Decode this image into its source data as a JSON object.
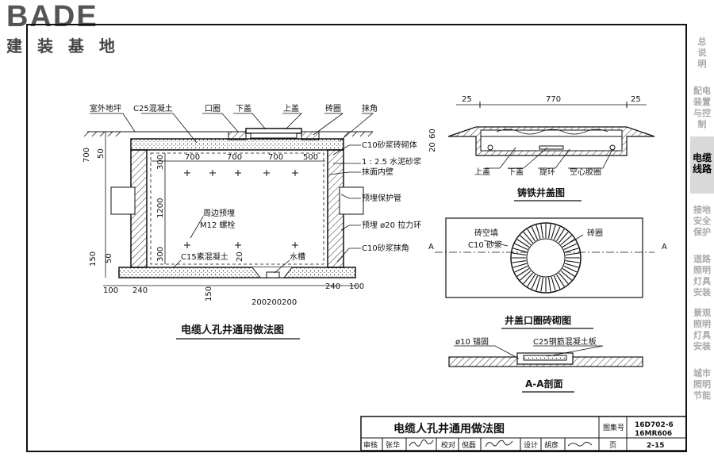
{
  "logo": {
    "brand": "BADE",
    "subtitle": "建 装 基 地"
  },
  "side_tabs": [
    {
      "label": "总说明",
      "active": false
    },
    {
      "label": "配电装置与控制",
      "active": false
    },
    {
      "label": "电缆线路",
      "active": true
    },
    {
      "label": "接地安全保护",
      "active": false
    },
    {
      "label": "道路照明灯具安装",
      "active": false
    },
    {
      "label": "景观照明灯具安装",
      "active": false
    },
    {
      "label": "城市照明节能",
      "active": false
    }
  ],
  "manhole": {
    "title": "电缆人孔井通用做法图",
    "labels": {
      "outdoor_ground": "室外地坪",
      "c25": "C25混凝土",
      "mouth_ring": "口圈",
      "lower_cover": "下盖",
      "upper_cover": "上盖",
      "brick_ring": "砖圈",
      "chamfer": "抹角",
      "c10_masonry": "C10砂浆砖砌体",
      "cement_mortar": "1 : 2.5 水泥砂浆",
      "plaster_inner": "抹面内壁",
      "pre_pipe": "预埋保护管",
      "embedded": "周边预埋",
      "bolt": "M12 螺栓",
      "pull_ring": "预埋 ø20 拉力环",
      "c10_chamfer": "C10砂浆抹角",
      "c15": "C15素混凝土",
      "sump": "水槽"
    },
    "dims": {
      "d700a": "700",
      "d700b": "700",
      "d700c": "700",
      "d500": "500",
      "h700": "700",
      "h50": "50",
      "h300a": "300",
      "h1200": "1200",
      "h300b": "300",
      "h150a": "150",
      "h50b": "50",
      "h20": "20",
      "b100a": "100",
      "b240a": "240",
      "b240b": "240",
      "b100b": "100",
      "s150": "150",
      "s200": "200200200"
    }
  },
  "cover": {
    "title": "铸铁井盖图",
    "dims": {
      "w25a": "25",
      "w770": "770",
      "w25b": "25",
      "h60": "60",
      "h20": "20"
    },
    "labels": {
      "upper": "上盖",
      "lower": "下盖",
      "lift_ring": "提环",
      "rubber": "空心胶圈"
    }
  },
  "ring": {
    "title": "井盖口圈砖砌图",
    "labels": {
      "fill": "砖空填",
      "fill2": "C10 砂浆",
      "brick": "砖圈",
      "a_left": "A",
      "a_right": "A"
    }
  },
  "section": {
    "title": "A-A剖面",
    "labels": {
      "anchor": "ø10 锚固",
      "slab": "C25钢筋混凝土板"
    }
  },
  "title_block": {
    "drawing_title": "电缆人孔井通用做法图",
    "atlas_label": "图集号",
    "atlas_no_1": "16D702-6",
    "atlas_no_2": "16MR606",
    "review": "审核",
    "reviewer": "张华",
    "check": "校对",
    "checker": "倪磊",
    "design": "设计",
    "designer": "胡彦",
    "page_label": "页",
    "page_no": "2-15"
  }
}
